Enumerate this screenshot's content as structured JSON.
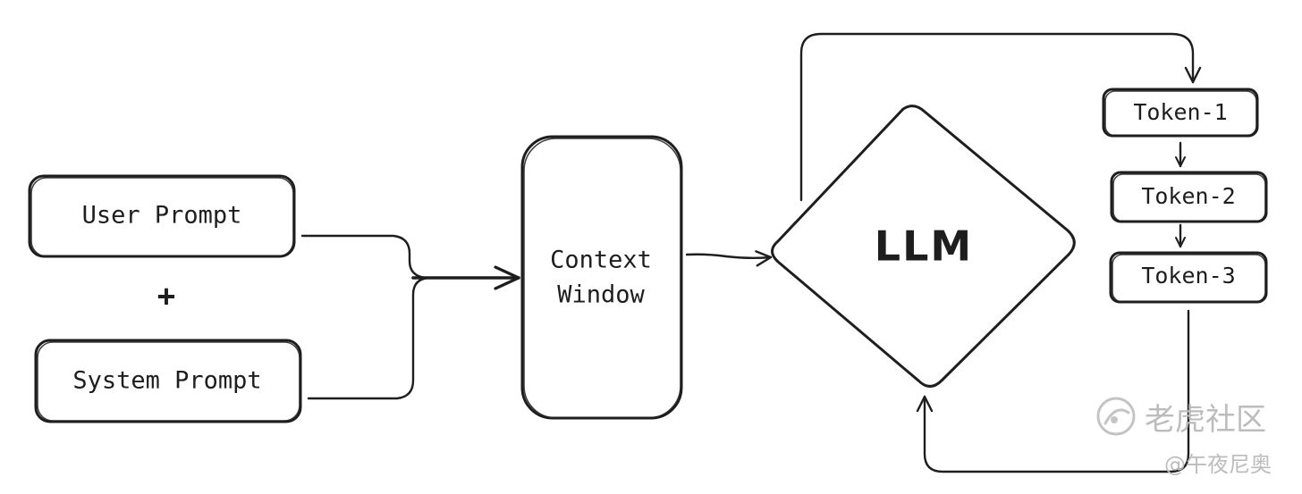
{
  "nodes": {
    "user_prompt": "User Prompt",
    "plus": "+",
    "system_prompt": "System Prompt",
    "context_window": [
      "Context",
      "Window"
    ],
    "llm": "LLM",
    "token_1": "Token-1",
    "token_2": "Token-2",
    "token_3": "Token-3"
  },
  "watermark": {
    "brand": "老虎社区",
    "author": "@午夜尼奥"
  },
  "colors": {
    "stroke": "#1e1e1e",
    "background": "#ffffff",
    "watermark": "#bcbcbc"
  }
}
